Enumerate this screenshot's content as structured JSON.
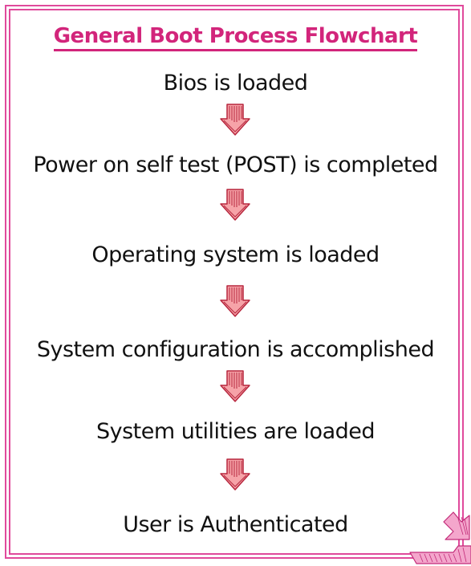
{
  "title": "General Boot Process Flowchart",
  "steps": [
    "Bios is loaded",
    "Power on self test (POST) is completed",
    "Operating system is loaded",
    "System configuration is accomplished",
    "System utilities are loaded",
    "User is Authenticated"
  ],
  "colors": {
    "border": "#e04a9c",
    "title": "#d2257b",
    "arrow_fill": "#f6a3a8",
    "arrow_stroke": "#b7263d",
    "text": "#111111"
  },
  "icons": {
    "arrow": "down-arrow-icon",
    "corner": "corner-arrow-icon"
  }
}
